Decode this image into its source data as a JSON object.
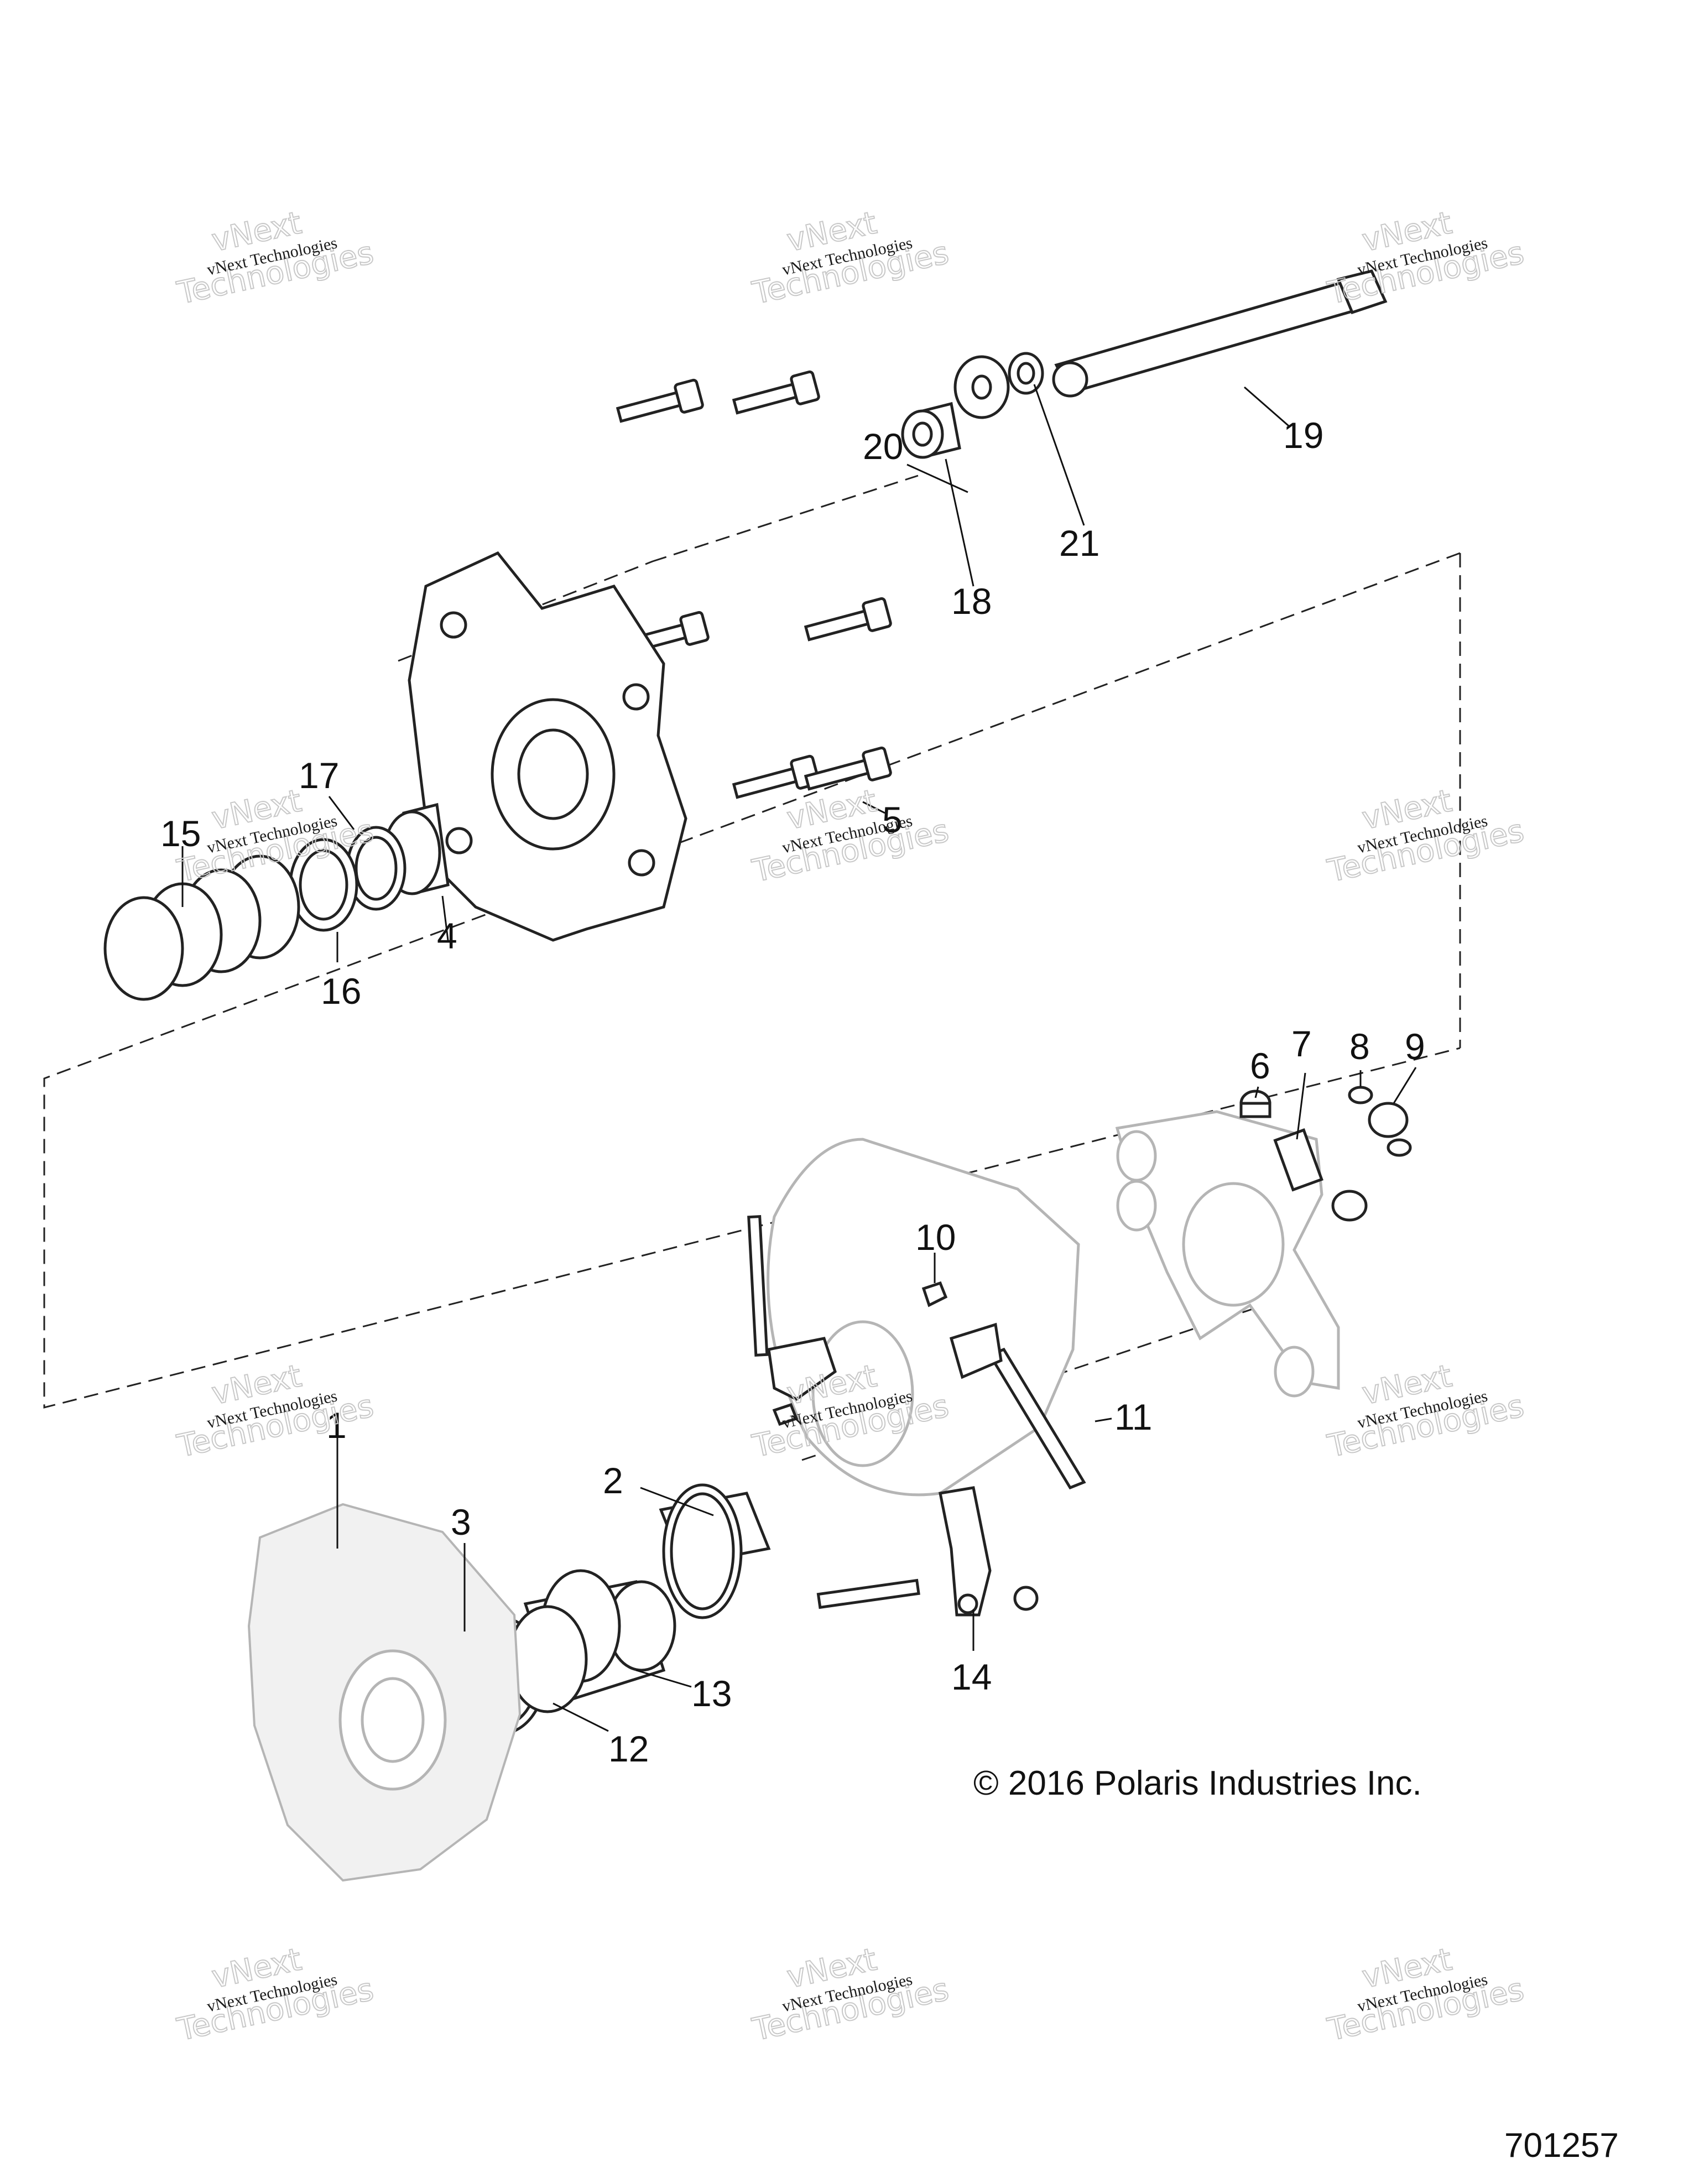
{
  "callouts": [
    {
      "id": "1",
      "label": "1"
    },
    {
      "id": "2",
      "label": "2"
    },
    {
      "id": "3",
      "label": "3"
    },
    {
      "id": "4",
      "label": "4"
    },
    {
      "id": "5",
      "label": "5"
    },
    {
      "id": "6",
      "label": "6"
    },
    {
      "id": "7",
      "label": "7"
    },
    {
      "id": "8",
      "label": "8"
    },
    {
      "id": "9",
      "label": "9"
    },
    {
      "id": "10",
      "label": "10"
    },
    {
      "id": "11",
      "label": "11"
    },
    {
      "id": "12",
      "label": "12"
    },
    {
      "id": "13",
      "label": "13"
    },
    {
      "id": "14",
      "label": "14"
    },
    {
      "id": "15",
      "label": "15"
    },
    {
      "id": "16",
      "label": "16"
    },
    {
      "id": "17",
      "label": "17"
    },
    {
      "id": "18",
      "label": "18"
    },
    {
      "id": "19",
      "label": "19"
    },
    {
      "id": "20",
      "label": "20"
    },
    {
      "id": "21",
      "label": "21"
    }
  ],
  "watermark": {
    "line1": "vNext Technologies",
    "big_a": "vNext",
    "big_b": "Technologies"
  },
  "copyright": "© 2016 Polaris Industries Inc.",
  "drawing_number": "701257",
  "colors": {
    "ink": "#222222",
    "ghost": "#b5b5b5",
    "watermark": "#c8c8c8"
  }
}
